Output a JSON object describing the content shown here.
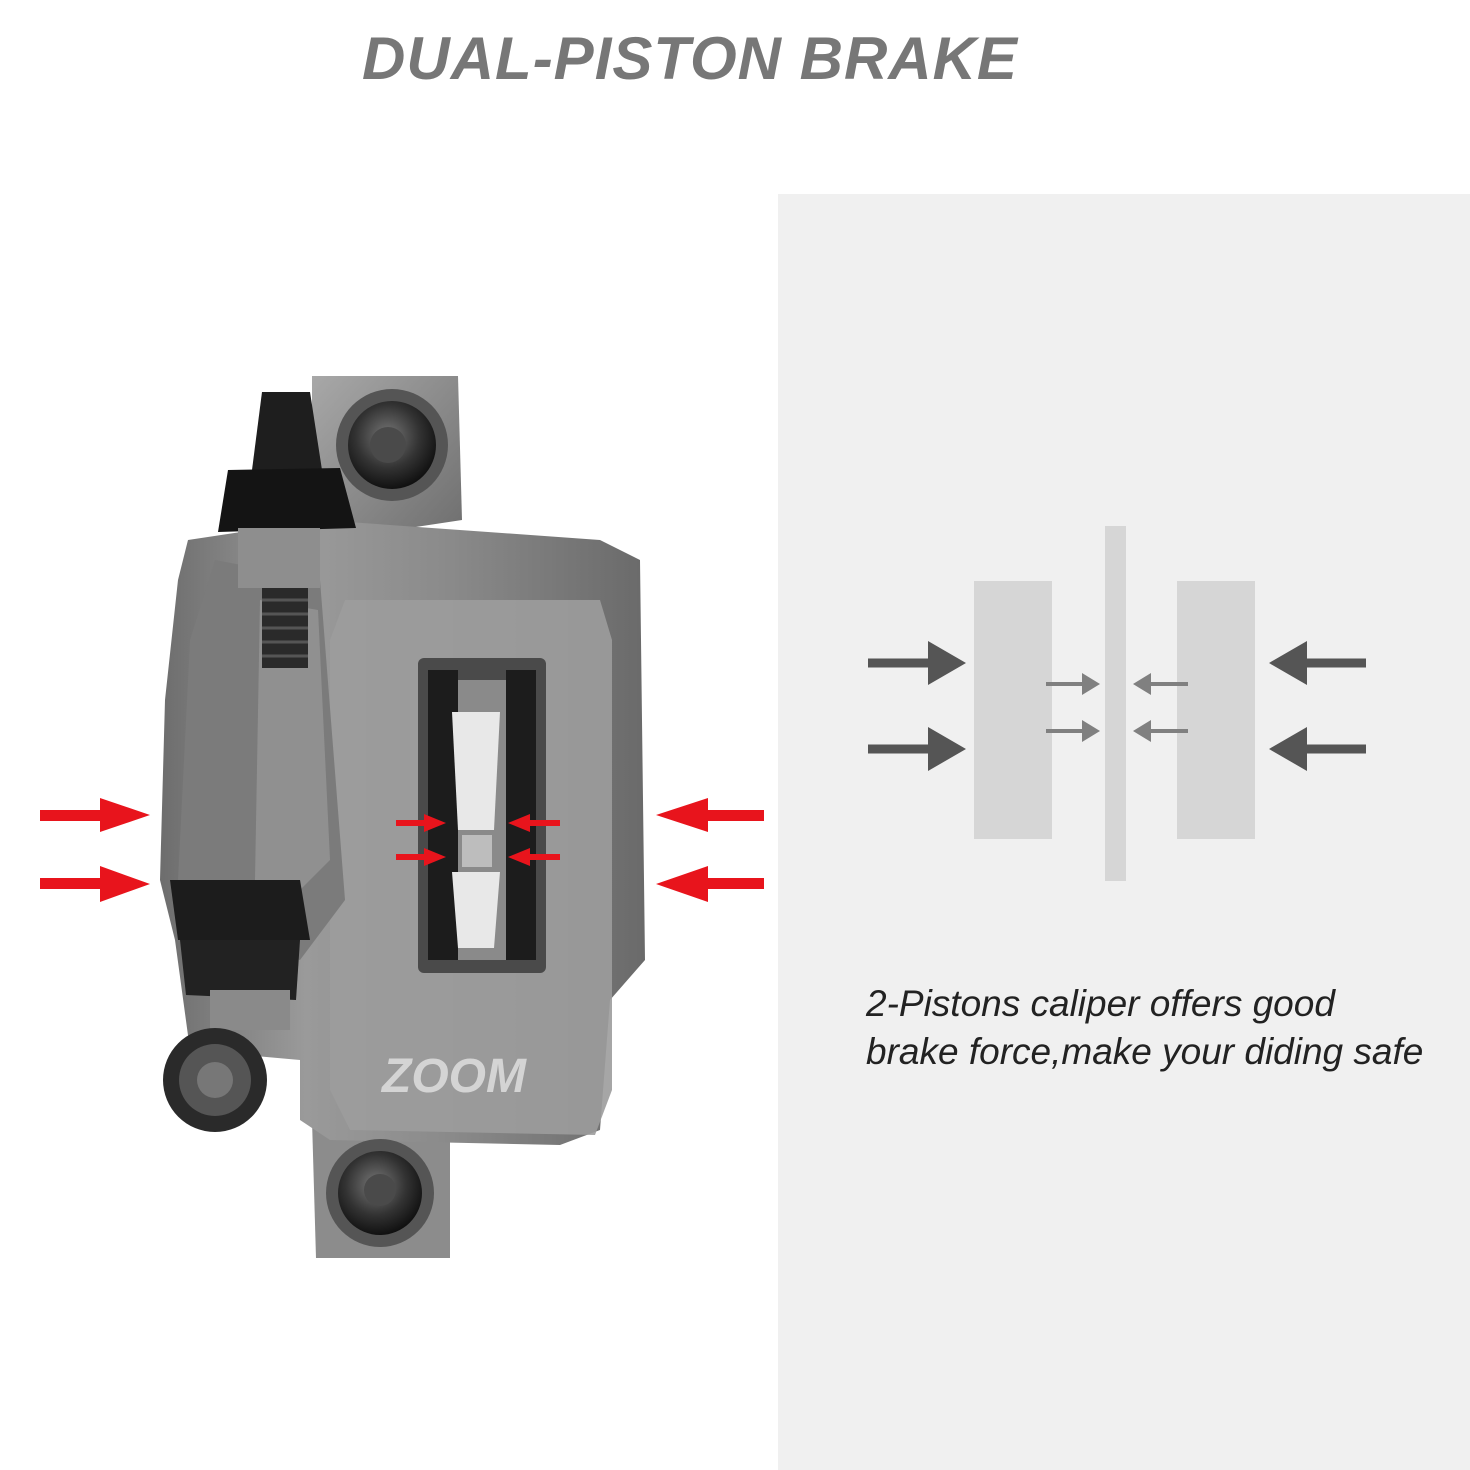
{
  "header": {
    "title": "DUAL-PISTON BRAKE"
  },
  "product": {
    "brand_logo": "ZOOM"
  },
  "caption": {
    "line1": "2-Pistons caliper offers good",
    "line2": "brake force,make your diding safe"
  },
  "colors": {
    "title": "#777777",
    "force_arrow_red": "#e8141c",
    "diagram_arrow": "#555555",
    "panel_bg": "#f0f0f0",
    "caliper_body": "#8a8a8a"
  },
  "icons": {
    "caliper": "brake-caliper-illustration",
    "arrows": "arrow-right-icon, arrow-left-icon"
  }
}
